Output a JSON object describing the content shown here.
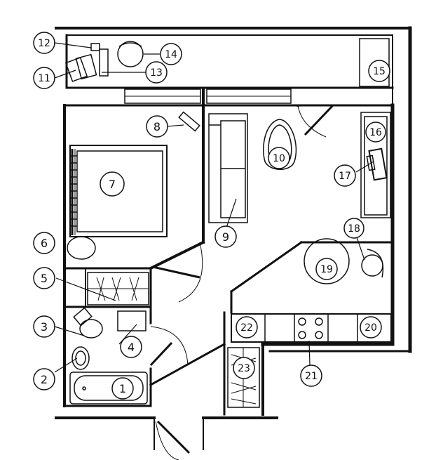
{
  "colors": {
    "ink": "#111111",
    "paper": "#ffffff"
  },
  "labels": [
    "1",
    "2",
    "3",
    "4",
    "5",
    "6",
    "7",
    "8",
    "9",
    "10",
    "11",
    "12",
    "13",
    "14",
    "15",
    "16",
    "17",
    "18",
    "19",
    "20",
    "21",
    "22",
    "23"
  ]
}
